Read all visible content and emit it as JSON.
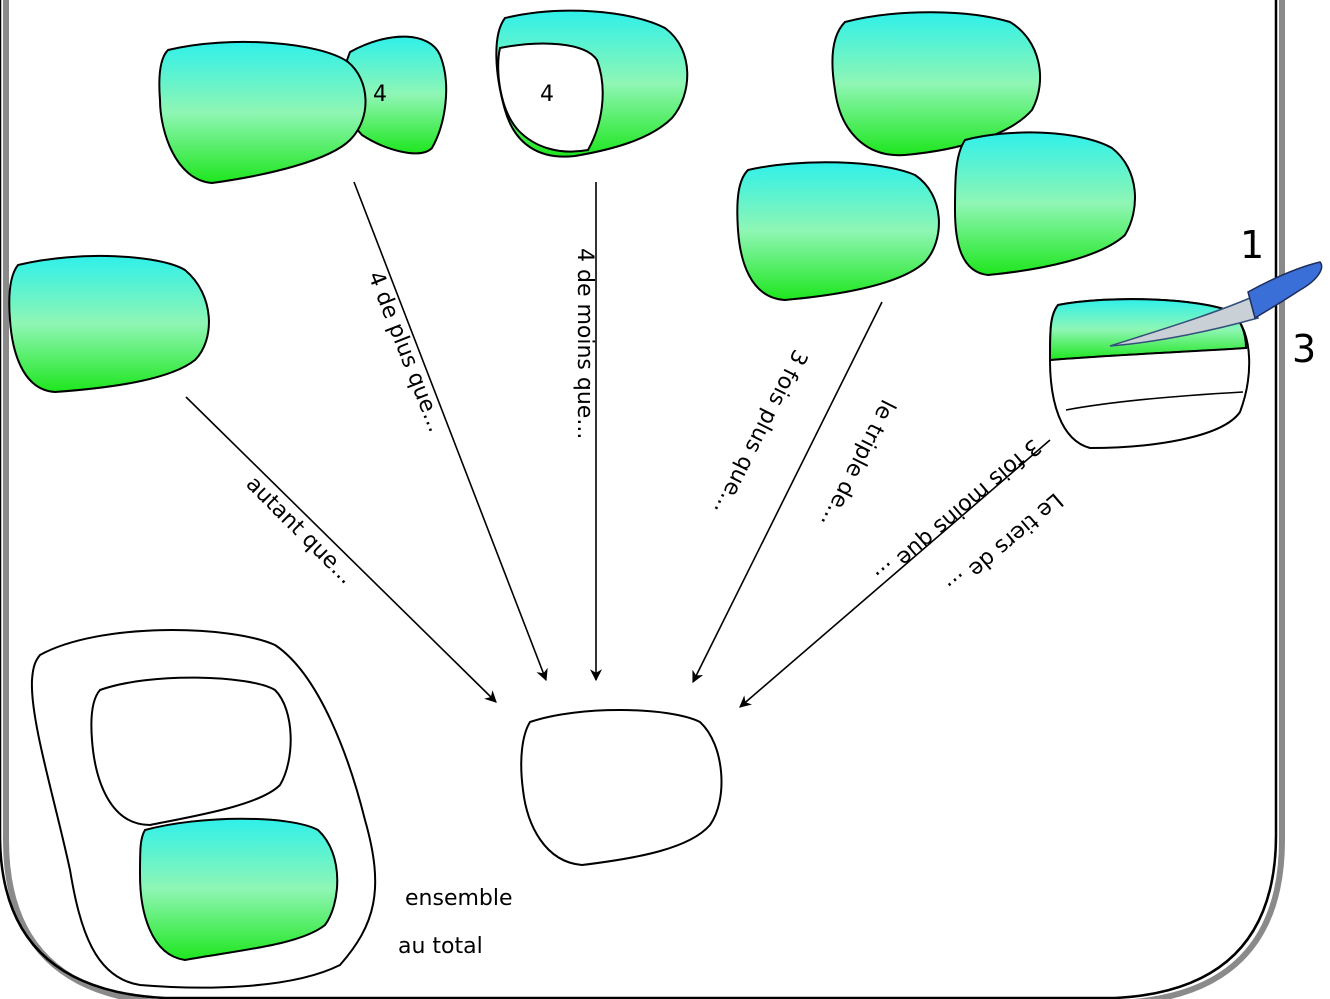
{
  "colors": {
    "gradient_top": "#2ff0ea",
    "gradient_middle": "#8ff6b4",
    "gradient_bottom": "#1ee61e",
    "frame": "#000000",
    "frame_shadow": "#8a8a8a",
    "knife_handle": "#3b6fd8",
    "knife_blade": "#c9d0d6"
  },
  "labels": {
    "four_plus_badge": "4",
    "four_minus_badge": "4",
    "autant": "autant que...",
    "quatre_plus": "4 de plus que...",
    "quatre_moins": "4 de moins que...",
    "trois_fois_plus": "3 fois plus que...",
    "triple": "le triple de...",
    "trois_fois_moins": "3 fois moins que ...",
    "tiers": "Le tiers de ...",
    "fraction_numerator": "1",
    "fraction_denominator": "3",
    "ensemble": "ensemble",
    "au_total": "au total"
  },
  "icons": {
    "knife": "knife-icon"
  }
}
